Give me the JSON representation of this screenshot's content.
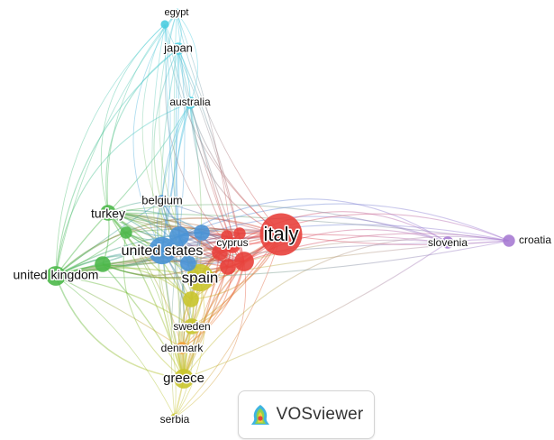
{
  "network": {
    "colors": {
      "red": "#e8413c",
      "green": "#4cb84a",
      "blue": "#4a93d6",
      "yellow": "#c9c52d",
      "purple": "#a77bd3",
      "cyan": "#4ccde0",
      "orange": "#f1a03a"
    },
    "nodes": [
      {
        "id": "italy",
        "label": "italy",
        "cluster": "red",
        "weight": 10
      },
      {
        "id": "cyprus",
        "label": "cyprus",
        "cluster": "red",
        "weight": 3
      },
      {
        "id": "spain",
        "label": "spain",
        "cluster": "yellow",
        "weight": 6
      },
      {
        "id": "united_states",
        "label": "united states",
        "cluster": "blue",
        "weight": 6
      },
      {
        "id": "belgium",
        "label": "belgium",
        "cluster": "blue",
        "weight": 2
      },
      {
        "id": "turkey",
        "label": "turkey",
        "cluster": "green",
        "weight": 3
      },
      {
        "id": "united_kingdom",
        "label": "united kingdom",
        "cluster": "green",
        "weight": 4
      },
      {
        "id": "sweden",
        "label": "sweden",
        "cluster": "yellow",
        "weight": 3
      },
      {
        "id": "denmark",
        "label": "denmark",
        "cluster": "orange",
        "weight": 2
      },
      {
        "id": "greece",
        "label": "greece",
        "cluster": "yellow",
        "weight": 4
      },
      {
        "id": "serbia",
        "label": "serbia",
        "cluster": "yellow",
        "weight": 1
      },
      {
        "id": "slovenia",
        "label": "slovenia",
        "cluster": "purple",
        "weight": 2
      },
      {
        "id": "croatia",
        "label": "croatia",
        "cluster": "purple",
        "weight": 2
      },
      {
        "id": "australia",
        "label": "australia",
        "cluster": "cyan",
        "weight": 2
      },
      {
        "id": "japan",
        "label": "japan",
        "cluster": "cyan",
        "weight": 2
      },
      {
        "id": "egypt",
        "label": "egypt",
        "cluster": "cyan",
        "weight": 1
      },
      {
        "id": "red_a",
        "label": "",
        "cluster": "red",
        "weight": 4
      },
      {
        "id": "red_b",
        "label": "",
        "cluster": "red",
        "weight": 3
      },
      {
        "id": "red_c",
        "label": "",
        "cluster": "red",
        "weight": 3
      },
      {
        "id": "red_d",
        "label": "",
        "cluster": "red",
        "weight": 2
      },
      {
        "id": "red_e",
        "label": "",
        "cluster": "red",
        "weight": 2
      },
      {
        "id": "blue_a",
        "label": "",
        "cluster": "blue",
        "weight": 4
      },
      {
        "id": "blue_b",
        "label": "",
        "cluster": "blue",
        "weight": 3
      },
      {
        "id": "blue_c",
        "label": "",
        "cluster": "blue",
        "weight": 3
      },
      {
        "id": "green_a",
        "label": "",
        "cluster": "green",
        "weight": 3
      },
      {
        "id": "green_b",
        "label": "",
        "cluster": "green",
        "weight": 2
      },
      {
        "id": "yellow_a",
        "label": "",
        "cluster": "yellow",
        "weight": 3
      },
      {
        "id": "cyan_a",
        "label": "",
        "cluster": "cyan",
        "weight": 1
      }
    ]
  },
  "branding": {
    "logo_text": "VOSviewer",
    "logo_icon": "vosviewer-logo-icon"
  }
}
